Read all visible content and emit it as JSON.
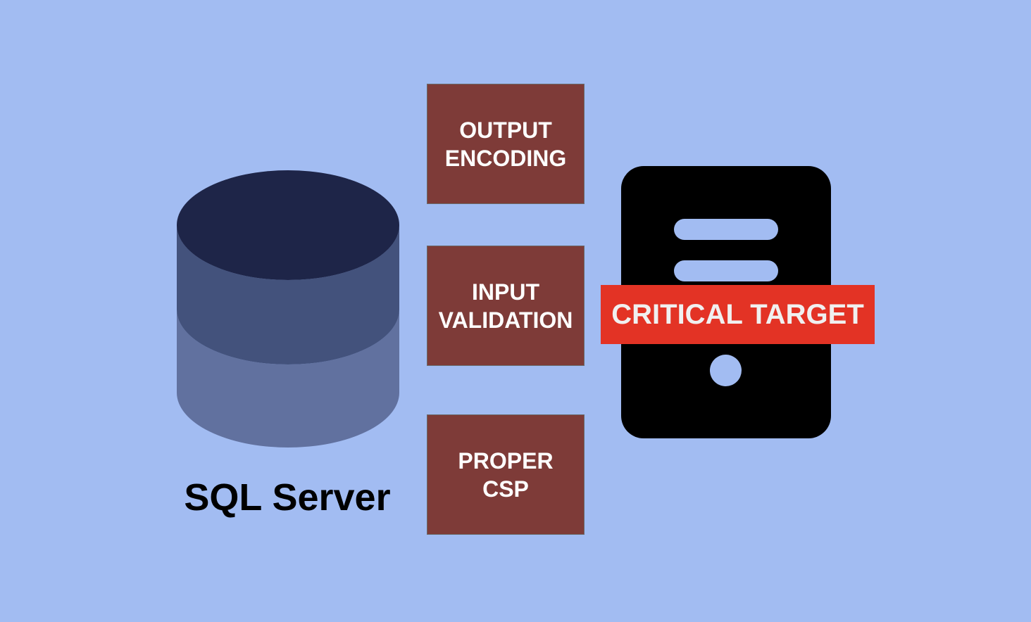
{
  "database": {
    "label": "SQL Server",
    "icon": "database-icon",
    "colors": {
      "top": "#1e2548",
      "middle": "#43527c",
      "bottom": "#61719f"
    }
  },
  "defenses": [
    {
      "line1": "OUTPUT",
      "line2": "ENCODING"
    },
    {
      "line1": "INPUT",
      "line2": "VALIDATION"
    },
    {
      "line1": "PROPER",
      "line2": "CSP"
    }
  ],
  "server": {
    "icon": "server-icon",
    "banner": "CRITICAL TARGET",
    "banner_color": "#e33325"
  },
  "colors": {
    "background": "#a2bcf2",
    "defense_box": "#7e3b38"
  }
}
